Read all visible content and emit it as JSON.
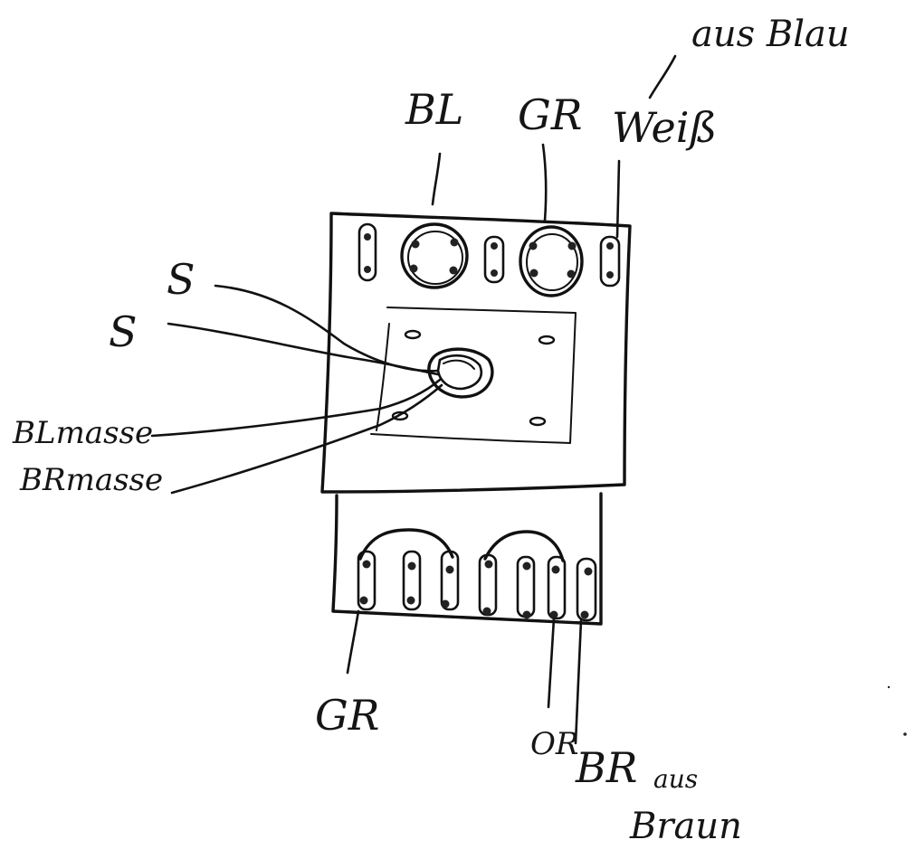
{
  "labels": {
    "top_blue": "BL",
    "top_green": "GR",
    "top_white": "Weiß",
    "top_white_note": "aus Blau",
    "signal_1": "S",
    "signal_2": "S",
    "blue_ground": "BLmasse",
    "brown_ground": "BRmasse",
    "bottom_green": "GR",
    "bottom_orange": "OR",
    "bottom_brown": "BR",
    "bottom_brown_note_1": "aus",
    "bottom_brown_note_2": "Braun"
  },
  "colors": {
    "ink": "#111111",
    "paper": "#ffffff"
  }
}
